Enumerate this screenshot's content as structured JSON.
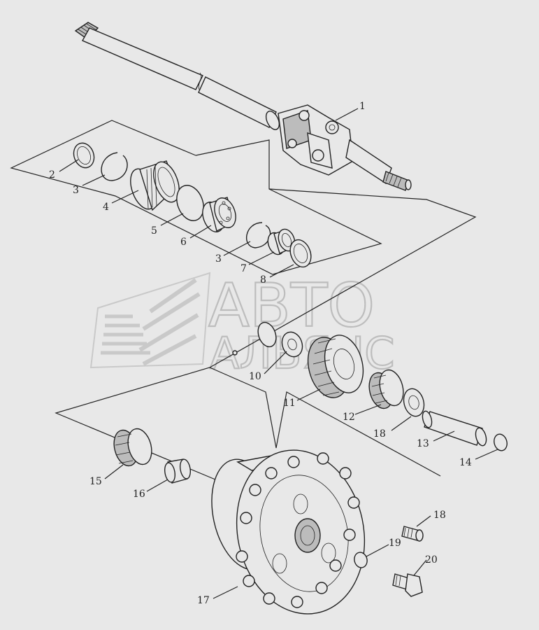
{
  "watermark": {
    "line1": "АВТО",
    "line2": "АЛЬЯНС"
  },
  "callouts": [
    {
      "id": "c1",
      "label": "1"
    },
    {
      "id": "c2",
      "label": "2"
    },
    {
      "id": "c3a",
      "label": "3"
    },
    {
      "id": "c4",
      "label": "4"
    },
    {
      "id": "c5",
      "label": "5"
    },
    {
      "id": "c6",
      "label": "6"
    },
    {
      "id": "c3b",
      "label": "3"
    },
    {
      "id": "c7",
      "label": "7"
    },
    {
      "id": "c8",
      "label": "8"
    },
    {
      "id": "c10",
      "label": "10"
    },
    {
      "id": "c11",
      "label": "11"
    },
    {
      "id": "c12",
      "label": "12"
    },
    {
      "id": "c18a",
      "label": "18"
    },
    {
      "id": "c13",
      "label": "13"
    },
    {
      "id": "c14",
      "label": "14"
    },
    {
      "id": "c15",
      "label": "15"
    },
    {
      "id": "c16",
      "label": "16"
    },
    {
      "id": "c18b",
      "label": "18"
    },
    {
      "id": "c19",
      "label": "19"
    },
    {
      "id": "c20",
      "label": "20"
    },
    {
      "id": "c17",
      "label": "17"
    }
  ],
  "colors": {
    "background": "#e8e8e8",
    "line": "#222222",
    "watermark": "#bdbdbd"
  }
}
